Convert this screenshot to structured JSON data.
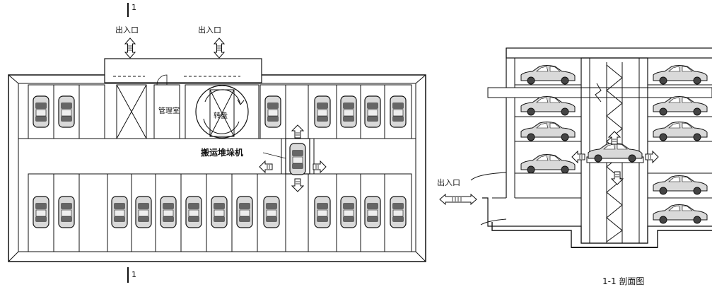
{
  "plan": {
    "section_mark_top": "1",
    "section_mark_bottom": "1",
    "entrance_left": "出入口",
    "entrance_right": "出入口",
    "office_label": "管理室",
    "turntable_label": "转盘",
    "stacker_label": "搬运堆垛机"
  },
  "section": {
    "entrance_label": "出入口",
    "caption": "1-1  剖面图"
  },
  "colors": {
    "line": "#111111",
    "car_fill": "#d9d9d9",
    "car_dark": "#666666",
    "paper": "#ffffff"
  }
}
